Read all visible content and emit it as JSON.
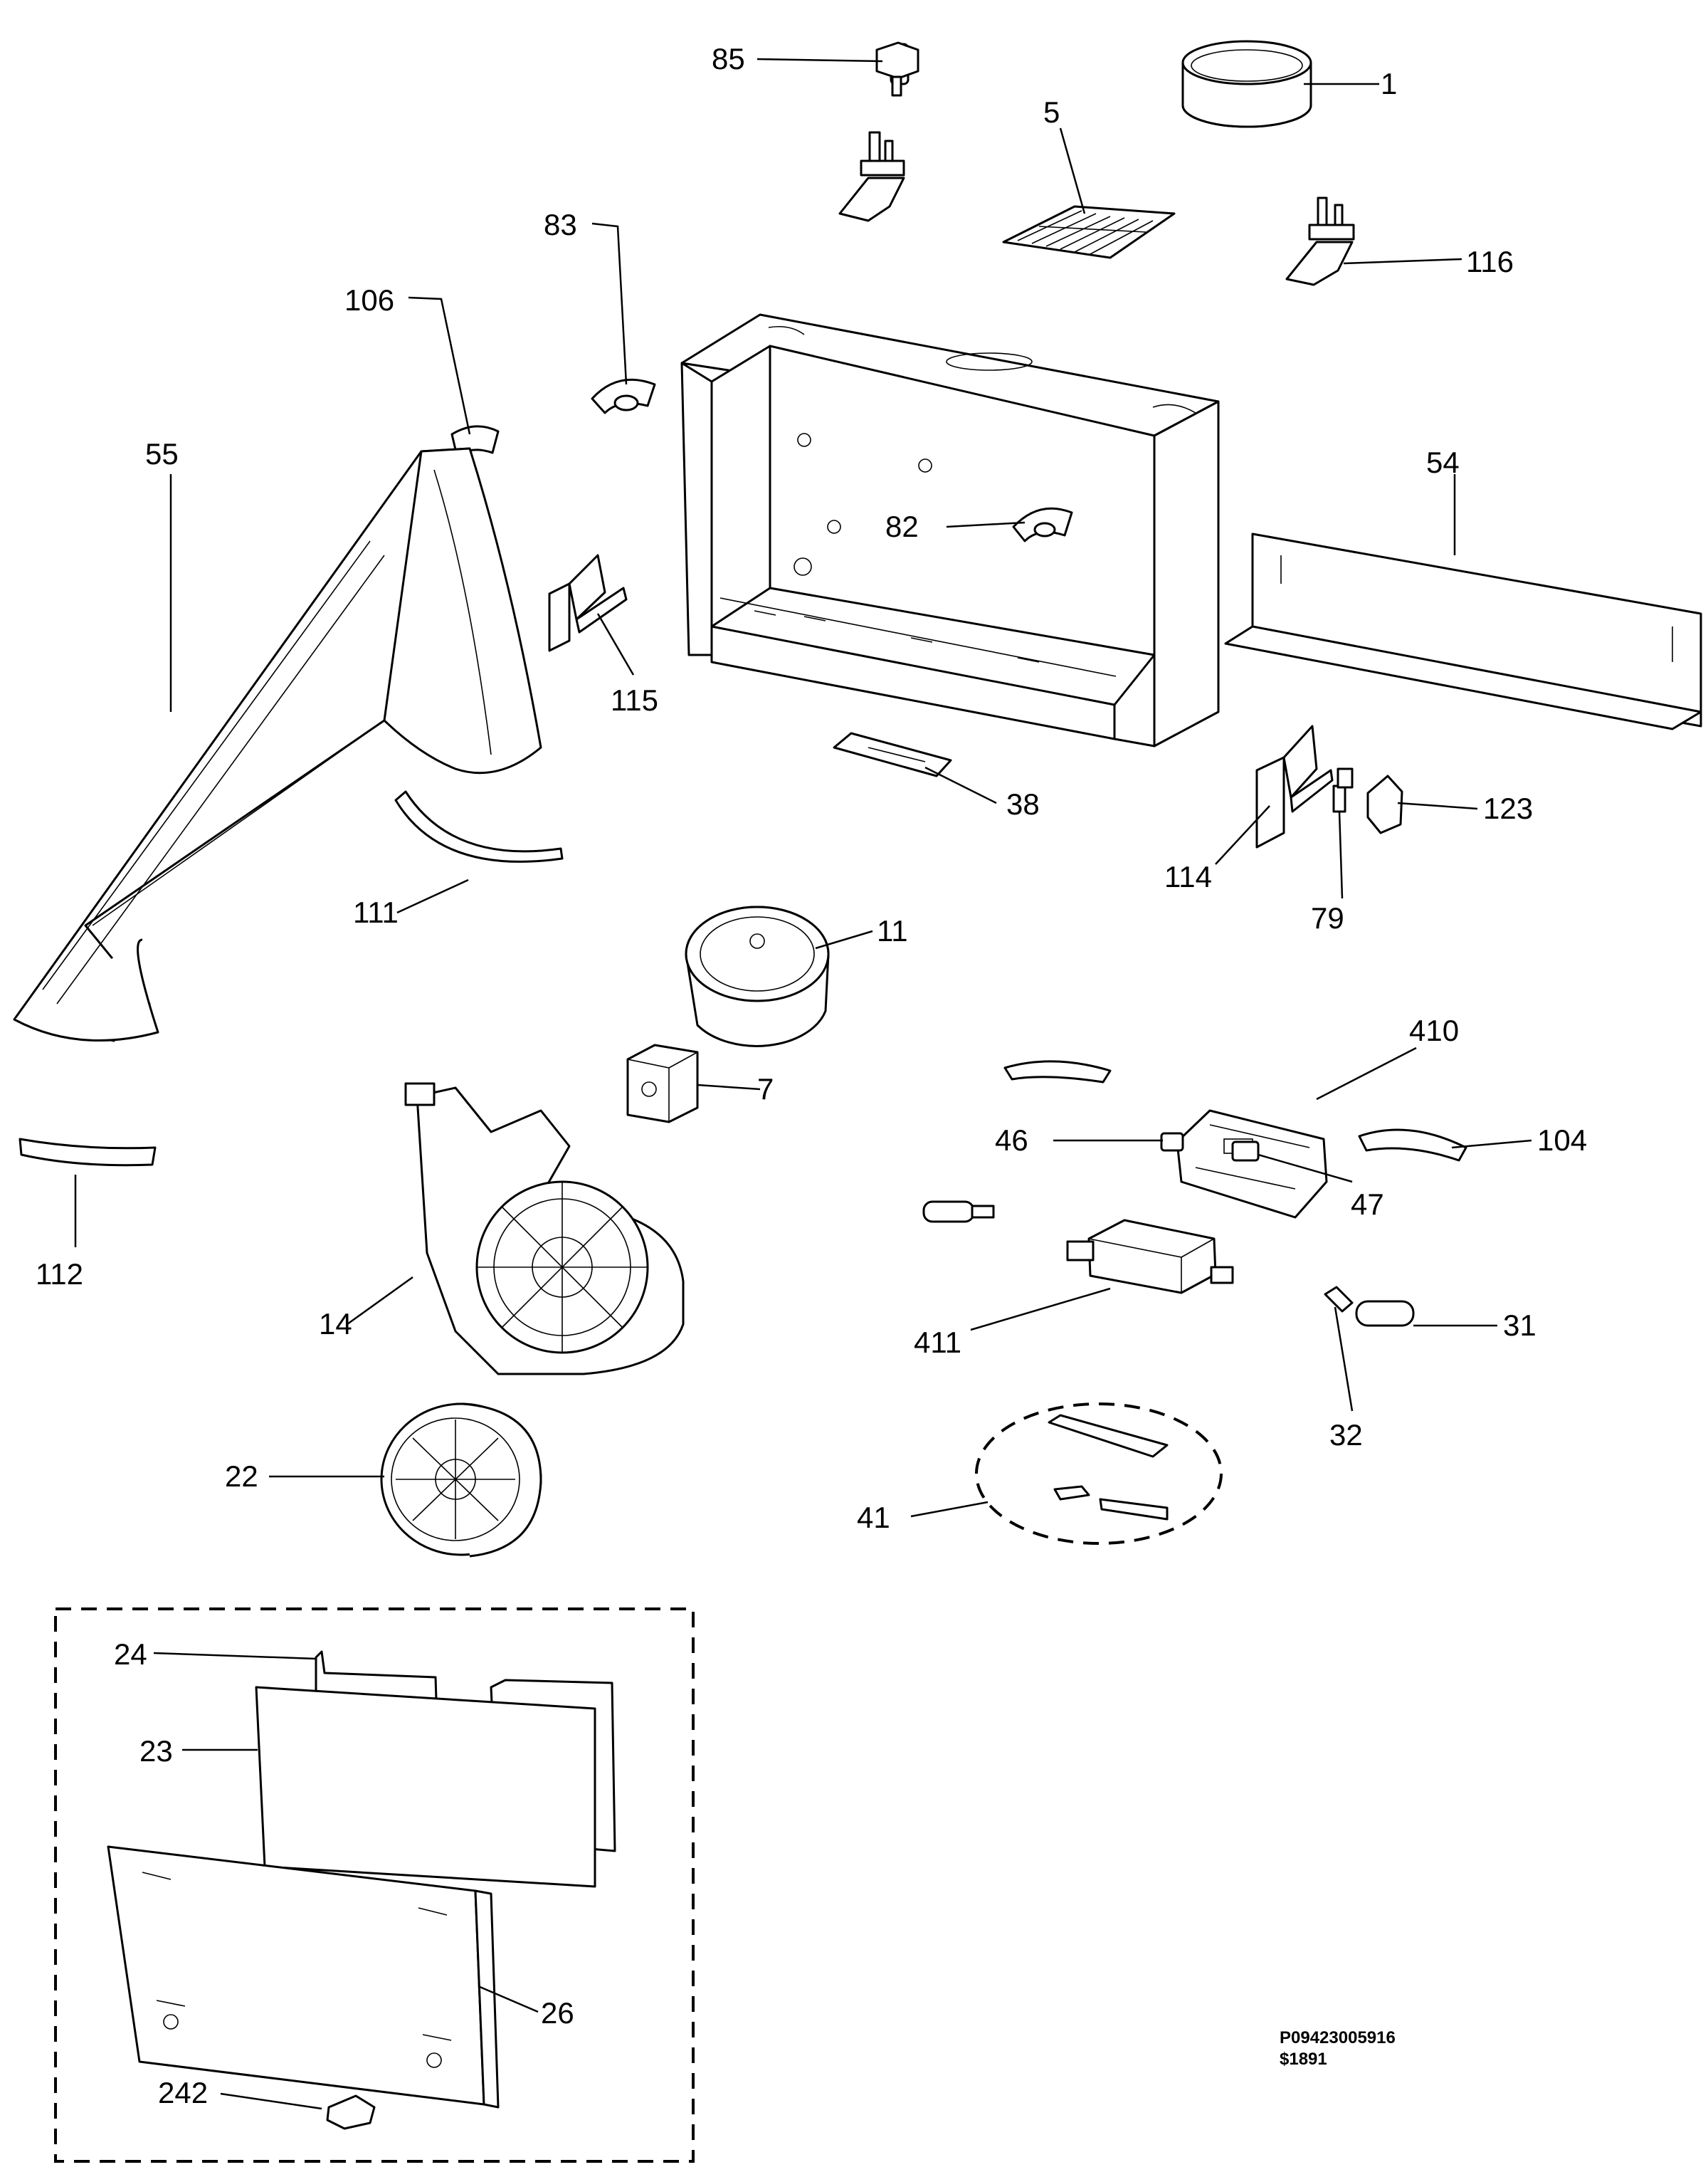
{
  "diagram": {
    "callouts": [
      {
        "id": "85",
        "text": "85"
      },
      {
        "id": "1",
        "text": "1"
      },
      {
        "id": "5",
        "text": "5"
      },
      {
        "id": "83",
        "text": "83"
      },
      {
        "id": "116",
        "text": "116"
      },
      {
        "id": "106",
        "text": "106"
      },
      {
        "id": "55",
        "text": "55"
      },
      {
        "id": "54",
        "text": "54"
      },
      {
        "id": "82",
        "text": "82"
      },
      {
        "id": "115",
        "text": "115"
      },
      {
        "id": "38",
        "text": "38"
      },
      {
        "id": "123",
        "text": "123"
      },
      {
        "id": "114",
        "text": "114"
      },
      {
        "id": "111",
        "text": "111"
      },
      {
        "id": "79",
        "text": "79"
      },
      {
        "id": "11",
        "text": "11"
      },
      {
        "id": "410",
        "text": "410"
      },
      {
        "id": "7",
        "text": "7"
      },
      {
        "id": "46",
        "text": "46"
      },
      {
        "id": "104",
        "text": "104"
      },
      {
        "id": "47",
        "text": "47"
      },
      {
        "id": "112",
        "text": "112"
      },
      {
        "id": "14",
        "text": "14"
      },
      {
        "id": "411",
        "text": "411"
      },
      {
        "id": "31",
        "text": "31"
      },
      {
        "id": "32",
        "text": "32"
      },
      {
        "id": "22",
        "text": "22"
      },
      {
        "id": "41",
        "text": "41"
      },
      {
        "id": "24",
        "text": "24"
      },
      {
        "id": "23",
        "text": "23"
      },
      {
        "id": "26",
        "text": "26"
      },
      {
        "id": "242",
        "text": "242"
      }
    ],
    "drawing_code": "P09423005916",
    "revision": "$1891"
  }
}
